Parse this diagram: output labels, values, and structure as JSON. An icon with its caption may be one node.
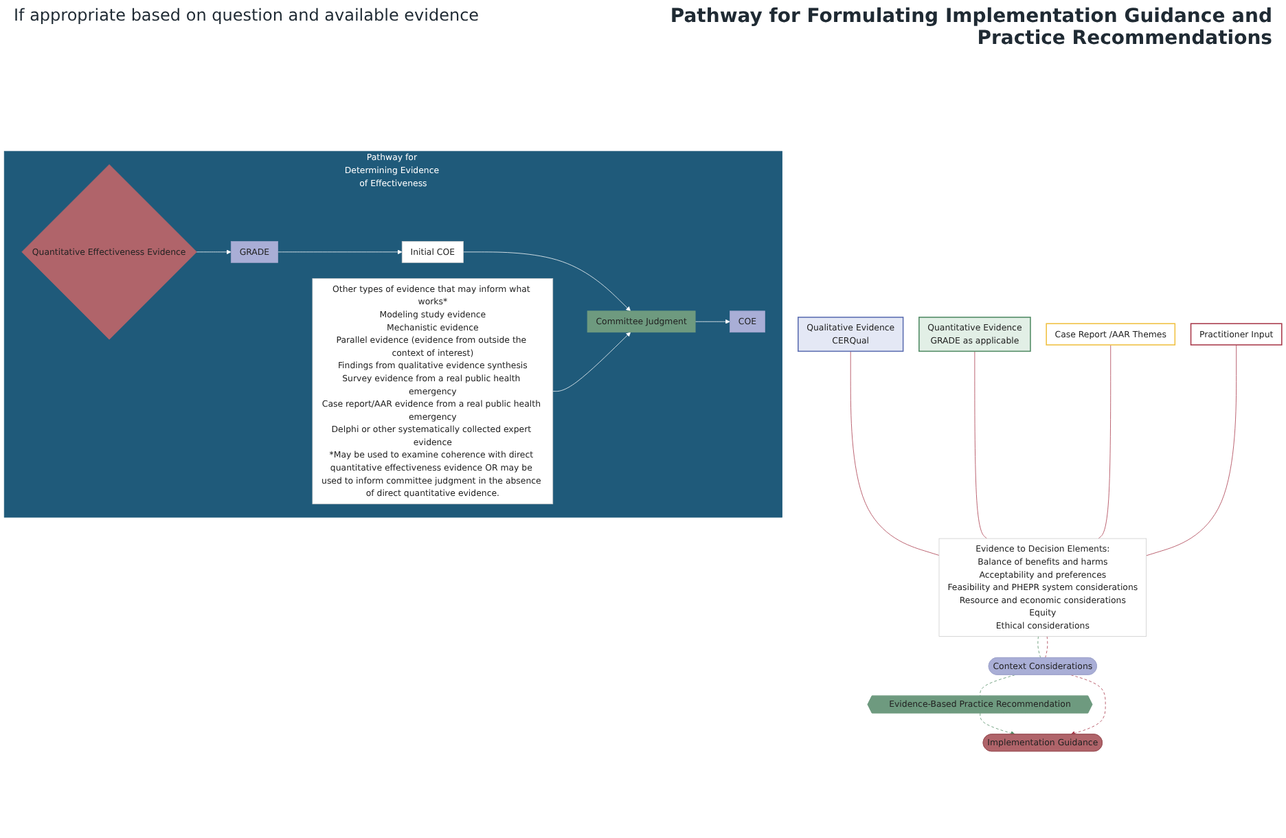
{
  "diagram": {
    "nodes": [
      {
        "text": [
          "Pathway for Determining Evidence of Effectiveness"
        ]
      },
      {
        "text": [
          "Quantitative Effectiveness Evidence"
        ],
        "in": 0
      },
      {
        "text": [
          "GRADE"
        ],
        "in": 0
      },
      {
        "text": [
          "Initial COE"
        ],
        "in": 0
      },
      {
        "text": [
          "Committee Judgment"
        ],
        "in": 0
      },
      {
        "text": [
          "COE"
        ],
        "in": 0
      },
      {
        "text": [
          "Other types of evidence that may inform what works*",
          "Modeling study evidence",
          "Mechanistic evidence",
          "Parallel evidence (evidence from outside the context of interest)",
          "Findings from qualitative evidence synthesis",
          "Survey evidence from a real public health emergency",
          "Case report/AAR evidence from a real public health emergency",
          "Delphi or other systematically collected expert evidence",
          "*May be used to examine coherence with direct quantitative effectiveness evidence OR may be used to inform committee judgment in the absence of direct quantitative evidence."
        ],
        "in": 0
      },
      {
        "text": [
          "Qualitative Evidence",
          "CERQual"
        ]
      },
      {
        "text": [
          "Quantitative Evidence",
          "GRADE as applicable"
        ]
      },
      {
        "text": [
          "Case Report /AAR Themes"
        ]
      },
      {
        "text": [
          "Practitioner Input"
        ]
      },
      {
        "text": [
          "Evidence to Decision Elements:",
          "Balance of benefits and harms",
          "Acceptability and preferences",
          "Feasibility and PHEPR system considerations",
          "Resource and economic considerations",
          "Equity",
          "Ethical considerations"
        ]
      },
      {
        "text": [
          "Context Considerations"
        ]
      },
      {
        "text": [
          "Evidence-Based Practice Recommendation"
        ]
      },
      {
        "text": [
          "Implementation Guidance"
        ]
      }
    ],
    "edges": [
      {
        "from": 1,
        "to": 2,
        "arrow": "to",
        "color": "#ffffff"
      },
      {
        "from": 2,
        "to": 3,
        "arrow": "to",
        "color": "#ffffff"
      },
      {
        "from": 3,
        "to": 4,
        "arrow": "to",
        "color": "#ffffff"
      },
      {
        "from": 4,
        "to": 5,
        "arrow": "to",
        "color": "#ffffff"
      },
      {
        "from": 6,
        "to": 4,
        "arrow": "to",
        "color": "#ffffff"
      },
      {
        "from": 7,
        "to": 11,
        "arrow": "none",
        "color": "#a8384a"
      },
      {
        "from": 8,
        "to": 11,
        "arrow": "none",
        "color": "#a8384a"
      },
      {
        "from": 9,
        "to": 11,
        "arrow": "none",
        "color": "#a8384a"
      },
      {
        "from": 10,
        "to": 11,
        "arrow": "none",
        "color": "#a8384a"
      },
      {
        "from": 11,
        "to": 12,
        "arrow": "none",
        "style": "dashed",
        "color": "#4f8a63"
      },
      {
        "from": 12,
        "to": 13,
        "arrow": "none",
        "style": "dashed",
        "color": "#4f8a63"
      },
      {
        "from": 13,
        "to": 14,
        "arrow": "to",
        "style": "dashed",
        "color": "#4f8a63"
      },
      {
        "from": 11,
        "to": 12,
        "arrow": "none",
        "style": "dashed",
        "color": "#a8384a"
      },
      {
        "from": 12,
        "to": 14,
        "arrow": "to",
        "style": "dashed",
        "color": "#a8384a"
      }
    ],
    "labels": [
      "If appropriate based on question and available evidence",
      "Pathway for Formulating Implementation Guidance and Practice Recommendations"
    ]
  }
}
